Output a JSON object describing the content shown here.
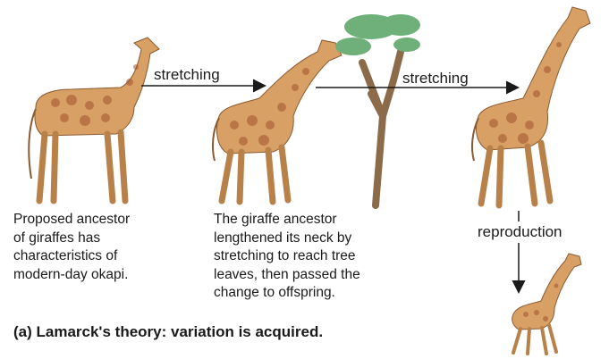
{
  "figure": {
    "arrow_label_1": "stretching",
    "arrow_label_2": "stretching",
    "reproduction_label": "reproduction",
    "caption_ancestor": "Proposed ancestor\nof giraffes has\ncharacteristics of\nmodern-day okapi.",
    "caption_stretch": "The giraffe ancestor\nlengthened its neck by\nstretching to reach tree\nleaves, then passed the\nchange to offspring.",
    "panel_title": "(a) Lamarck's theory: variation is acquired."
  },
  "colors": {
    "giraffe_fill": "#d9a066",
    "giraffe_spots": "#a0522d",
    "tree_trunk": "#8b6b4a",
    "tree_leaves": "#6fb07a",
    "arrow": "#1a1a1a"
  }
}
